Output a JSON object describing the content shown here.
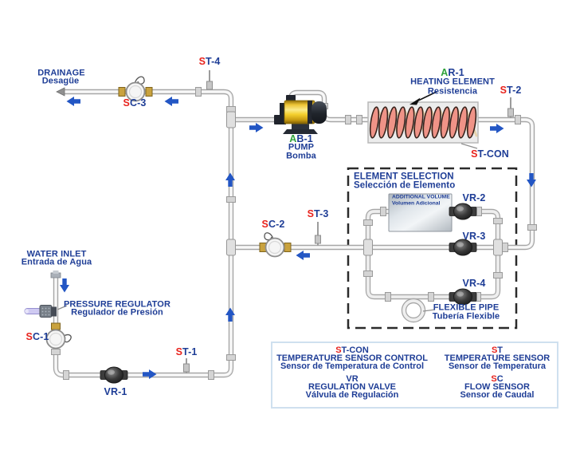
{
  "colors": {
    "text_blue": "#1e3d96",
    "sensor_red": "#e8231d",
    "component_green": "#2fa23a",
    "arrow_blue": "#2356c4",
    "pump_yellow": "#f2c91f",
    "coil_salmon": "#ef9387",
    "pipe_gray": "#a6a6a6",
    "brass_fitting": "#c9a23e",
    "valve_dark": "#2e2e2e",
    "legend_border": "#cfe0ef",
    "dashed_border": "#2b2b2b"
  },
  "labels": {
    "drainage": {
      "en": "DRAINAGE",
      "es": "Desagüe"
    },
    "water_inlet": {
      "en": "WATER INLET",
      "es": "Entrada de Agua"
    },
    "pressure_regulator": {
      "en": "PRESSURE REGULATOR",
      "es": "Regulador de Presión"
    },
    "pump": {
      "en": "PUMP",
      "es": "Bomba"
    },
    "heating_element": {
      "en": "HEATING ELEMENT",
      "es": "Resistencia"
    },
    "element_selection": {
      "en": "ELEMENT SELECTION",
      "es": "Selección de Elemento"
    },
    "additional_volume": {
      "en": "ADDITIONAL VOLUME",
      "es": "Volumen Adicional"
    },
    "flexible_pipe": {
      "en": "FLEXIBLE PIPE",
      "es": "Tubería Flexible"
    }
  },
  "tags": {
    "ab1": {
      "prefix": "A",
      "rest": "B-1"
    },
    "ar1": {
      "prefix": "A",
      "rest": "R-1"
    },
    "st1": {
      "prefix": "S",
      "rest": "T-1"
    },
    "st2": {
      "prefix": "S",
      "rest": "T-2"
    },
    "st3": {
      "prefix": "S",
      "rest": "T-3"
    },
    "st4": {
      "prefix": "S",
      "rest": "T-4"
    },
    "st_con": {
      "prefix": "S",
      "rest": "T-CON"
    },
    "sc1": {
      "prefix": "S",
      "rest": "C-1"
    },
    "sc2": {
      "prefix": "S",
      "rest": "C-2"
    },
    "sc3": {
      "prefix": "S",
      "rest": "C-3"
    },
    "vr1": {
      "text": "VR-1"
    },
    "vr2": {
      "text": "VR-2"
    },
    "vr3": {
      "text": "VR-3"
    },
    "vr4": {
      "text": "VR-4"
    }
  },
  "legend": {
    "entries": [
      {
        "code_prefix": "S",
        "code_rest": "T-CON",
        "en": "TEMPERATURE SENSOR CONTROL",
        "es": "Sensor de Temperatura de Control"
      },
      {
        "code_prefix": "S",
        "code_rest": "T",
        "en": "TEMPERATURE SENSOR",
        "es": "Sensor de Temperatura"
      },
      {
        "code_prefix": "",
        "code_rest": "VR",
        "en": "REGULATION VALVE",
        "es": "Válvula de Regulación"
      },
      {
        "code_prefix": "S",
        "code_rest": "C",
        "en": "FLOW SENSOR",
        "es": "Sensor de Caudal"
      }
    ]
  }
}
